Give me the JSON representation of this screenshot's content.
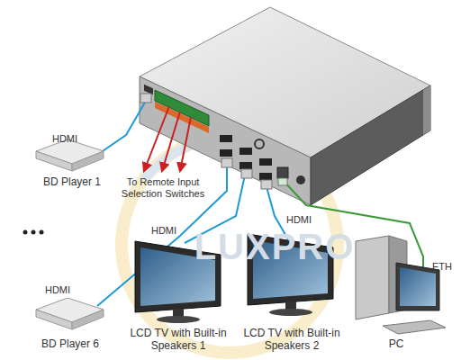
{
  "diagram": {
    "nodes": [
      {
        "text": [
          "BD Player 1"
        ]
      },
      {
        "text": [
          "LCD TV with Built-in Speakers 1"
        ]
      },
      {
        "text": [
          "LCD TV with Built-in Speakers 2"
        ]
      },
      {
        "text": [
          "PC"
        ]
      },
      {
        "text": [
          "BD Player 6"
        ]
      }
    ],
    "labels": [
      "HDMI",
      "To Remote Input Selection Switches",
      "HDMI",
      "HDMI",
      "ETH",
      "HDMI",
      "LUXPRO"
    ]
  }
}
